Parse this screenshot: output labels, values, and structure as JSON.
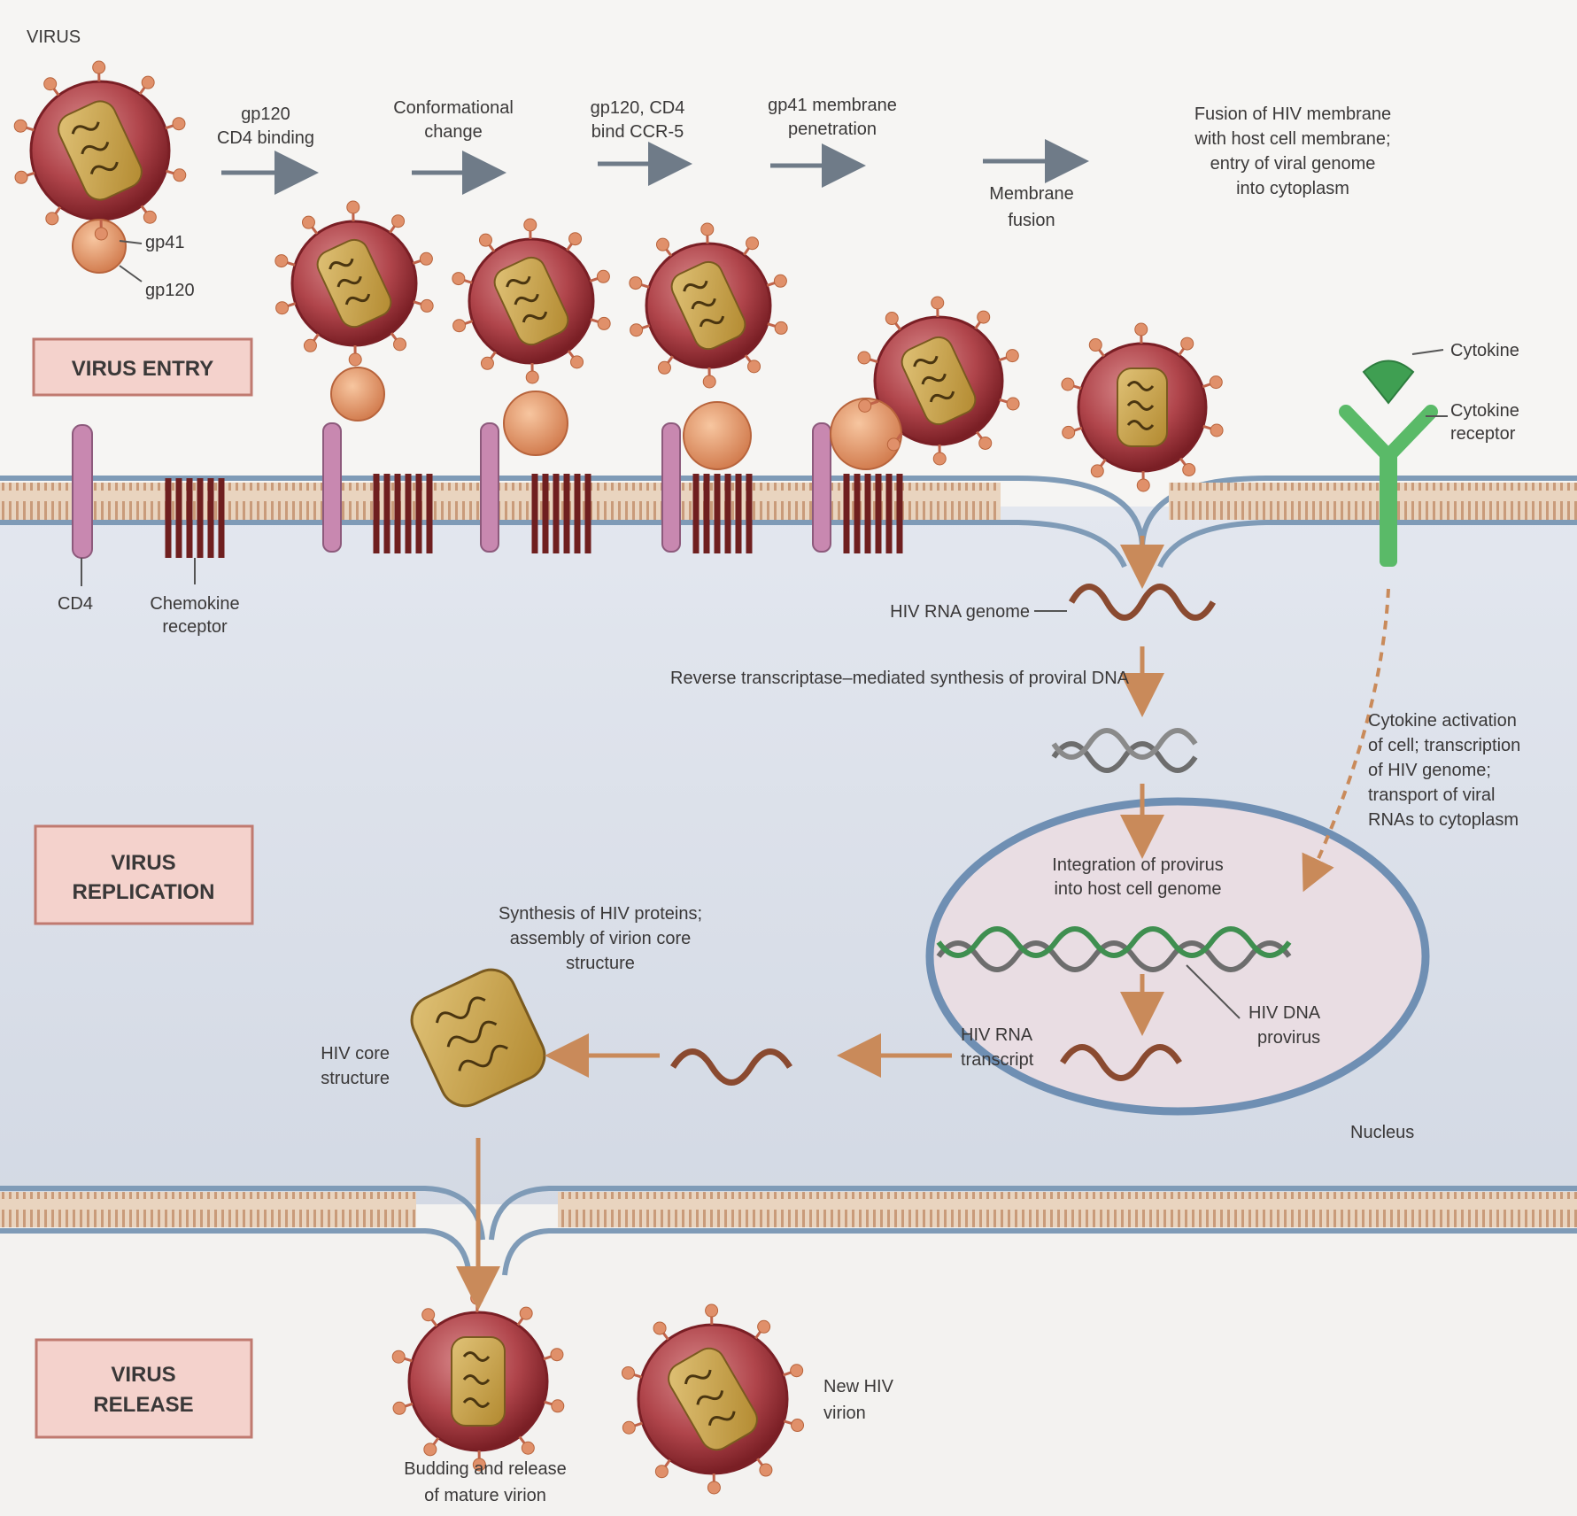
{
  "labels": {
    "virus": "VIRUS",
    "gp41_top": "gp41",
    "gp120_top": "gp120",
    "step1": [
      "gp120",
      "CD4 binding"
    ],
    "step2": [
      "Conformational",
      "change"
    ],
    "step3": [
      "gp120, CD4",
      "bind CCR-5"
    ],
    "step4": [
      "gp41 membrane",
      "penetration"
    ],
    "step5": [
      "Membrane",
      "fusion"
    ],
    "fusion_note": [
      "Fusion of HIV membrane",
      "with host cell membrane;",
      "entry of viral genome",
      "into cytoplasm"
    ],
    "cytokine": "Cytokine",
    "cytokine_receptor": [
      "Cytokine",
      "receptor"
    ],
    "cd4": "CD4",
    "chemokine_receptor": [
      "Chemokine",
      "receptor"
    ],
    "hiv_rna_genome": "HIV RNA genome",
    "reverse_transcriptase": "Reverse transcriptase–mediated synthesis of proviral DNA",
    "cytokine_activation": [
      "Cytokine activation",
      "of cell; transcription",
      "of HIV genome;",
      "transport of viral",
      "RNAs to cytoplasm"
    ],
    "integration": [
      "Integration of provirus",
      "into host cell genome"
    ],
    "hiv_dna_provirus": [
      "HIV DNA",
      "provirus"
    ],
    "hiv_rna_transcript": [
      "HIV RNA",
      "transcript"
    ],
    "nucleus": "Nucleus",
    "synthesis": [
      "Synthesis of HIV proteins;",
      "assembly of virion core",
      "structure"
    ],
    "hiv_core_structure": [
      "HIV core",
      "structure"
    ],
    "budding": [
      "Budding and release",
      "of mature virion"
    ],
    "new_hiv_virion": [
      "New HIV",
      "virion"
    ]
  },
  "stages": {
    "entry": [
      "VIRUS ENTRY"
    ],
    "replication": [
      "VIRUS",
      "REPLICATION"
    ],
    "release": [
      "VIRUS",
      "RELEASE"
    ]
  },
  "colors": {
    "virus_outer": "#a8323a",
    "virus_inner": "#c66a6e",
    "core": "#c9a247",
    "gp120": "#e09a66",
    "cd4": "#c888b0",
    "chemokine": "#8a2a2a",
    "membrane": "#c9a88a",
    "membrane_edge": "#7f9bb7",
    "cytoplasm": "#d9dee8",
    "nucleus": "#e8d9df",
    "stage_box": "#f4d2cc",
    "cytokine": "#4caa5a",
    "arrow": "#c98a5a"
  }
}
